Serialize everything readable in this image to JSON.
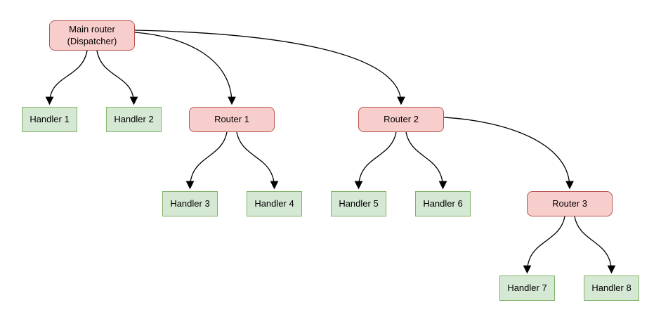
{
  "colors": {
    "router_fill": "#f8cecc",
    "router_border": "#b85450",
    "handler_fill": "#d5e8d4",
    "handler_border": "#82b366",
    "edge": "#000000",
    "background": "#ffffff",
    "text": "#000000"
  },
  "nodes": {
    "main": {
      "label": "Main router\n(Dispatcher)",
      "type": "router"
    },
    "router1": {
      "label": "Router 1",
      "type": "router"
    },
    "router2": {
      "label": "Router 2",
      "type": "router"
    },
    "router3": {
      "label": "Router 3",
      "type": "router"
    },
    "handler1": {
      "label": "Handler 1",
      "type": "handler"
    },
    "handler2": {
      "label": "Handler 2",
      "type": "handler"
    },
    "handler3": {
      "label": "Handler 3",
      "type": "handler"
    },
    "handler4": {
      "label": "Handler 4",
      "type": "handler"
    },
    "handler5": {
      "label": "Handler 5",
      "type": "handler"
    },
    "handler6": {
      "label": "Handler 6",
      "type": "handler"
    },
    "handler7": {
      "label": "Handler 7",
      "type": "handler"
    },
    "handler8": {
      "label": "Handler 8",
      "type": "handler"
    }
  },
  "edges": [
    {
      "from": "main",
      "to": "handler1"
    },
    {
      "from": "main",
      "to": "handler2"
    },
    {
      "from": "main",
      "to": "router1"
    },
    {
      "from": "main",
      "to": "router2"
    },
    {
      "from": "router1",
      "to": "handler3"
    },
    {
      "from": "router1",
      "to": "handler4"
    },
    {
      "from": "router2",
      "to": "handler5"
    },
    {
      "from": "router2",
      "to": "handler6"
    },
    {
      "from": "router2",
      "to": "router3"
    },
    {
      "from": "router3",
      "to": "handler7"
    },
    {
      "from": "router3",
      "to": "handler8"
    }
  ]
}
